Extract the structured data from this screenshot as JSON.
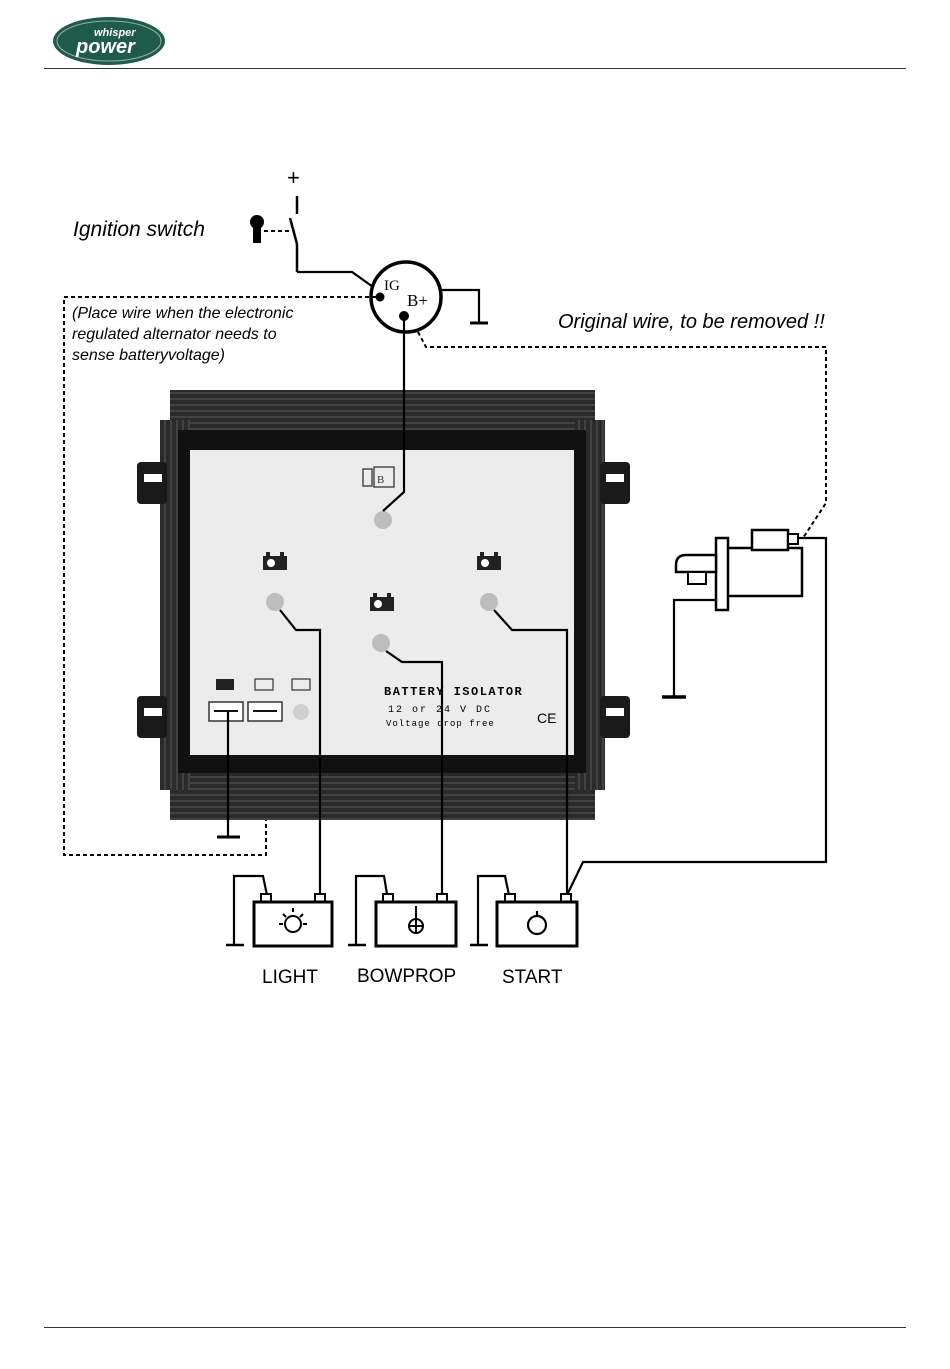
{
  "header": {
    "brand_top": "whisper",
    "brand_main": "power"
  },
  "diagram": {
    "ignition_label": "Ignition switch",
    "plus_sign": "+",
    "terminal_ig": "IG",
    "terminal_bplus": "B+",
    "note_lines": [
      "(Place wire when the electronic",
      "regulated alternator needs to",
      "sense batteryvoltage)"
    ],
    "original_wire_label": "Original wire, to be removed !!",
    "panel": {
      "title": "BATTERY ISOLATOR",
      "line2": "12 or 24 V DC",
      "line3": "Voltage drop free",
      "ce_mark": "CE"
    },
    "batteries": [
      "LIGHT",
      "BOWPROP",
      "START"
    ]
  }
}
